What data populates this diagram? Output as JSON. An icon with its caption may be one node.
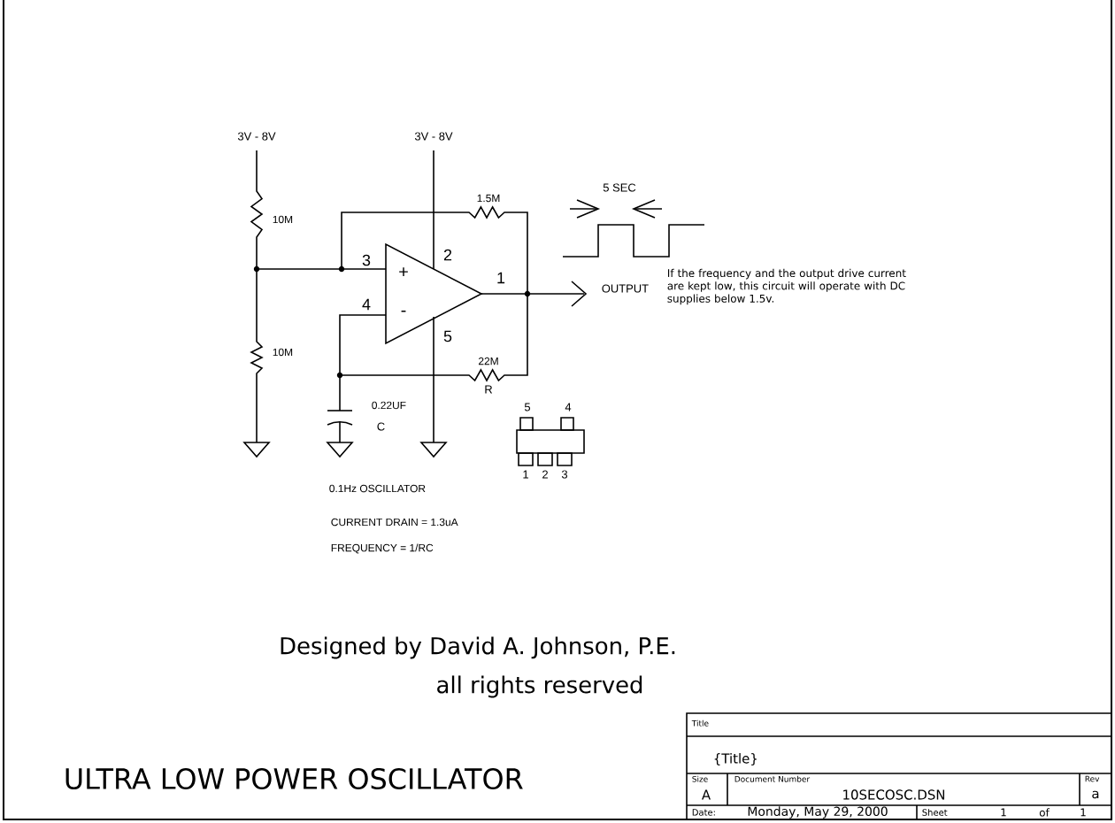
{
  "diagram": {
    "title": "ULTRA LOW POWER OSCILLATOR",
    "labels": [
      "3V - 8V",
      "3V - 8V",
      "1.5M",
      "5 SEC",
      "10M",
      "3",
      "2",
      "+",
      "1",
      "OUTPUT",
      "4",
      "-",
      "5",
      "10M",
      "22M",
      "R",
      "0.22UF",
      "C",
      "5",
      "4",
      "1",
      "2",
      "3",
      "If the frequency and the output drive current are kept low, this circuit will operate with DC supplies below 1.5v.",
      "0.1Hz OSCILLATOR",
      "CURRENT DRAIN = 1.3uA",
      "FREQUENCY = 1/RC",
      "Designed by David A. Johnson, P.E.",
      "all rights reserved",
      "Title",
      "{Title}",
      "Size",
      "A",
      "Document Number",
      "10SECOSC.DSN",
      "Rev",
      "a",
      "Date:",
      "Monday, May 29, 2000",
      "Sheet",
      "1",
      "of",
      "1"
    ]
  }
}
